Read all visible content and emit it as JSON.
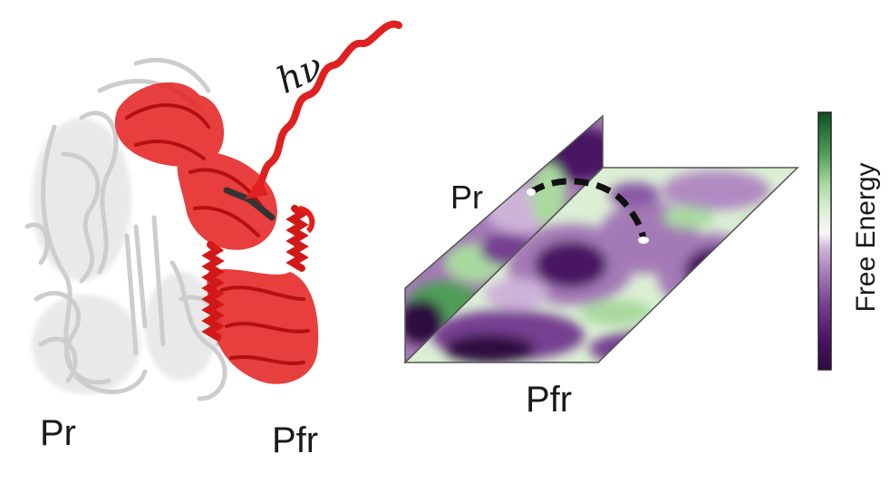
{
  "protein": {
    "state_left_label": "Pr",
    "state_right_label": "Pfr",
    "light_label": "hν"
  },
  "surface": {
    "back_wall_label": "Pr",
    "floor_label": "Pfr"
  },
  "colorbar": {
    "label": "Free Energy",
    "colors": [
      "#2d0b41",
      "#4a1464",
      "#763f91",
      "#a47ab6",
      "#cdb2d8",
      "#ece0ef",
      "#f7f7f7",
      "#dcefd5",
      "#a9d99f",
      "#67b66b",
      "#2f8a44",
      "#0b4f22"
    ]
  },
  "colors": {
    "protein_red": "#e41d1d",
    "protein_grey": "#b8b8b8",
    "photon_wave": "#e02020",
    "pathway": "#111111"
  }
}
